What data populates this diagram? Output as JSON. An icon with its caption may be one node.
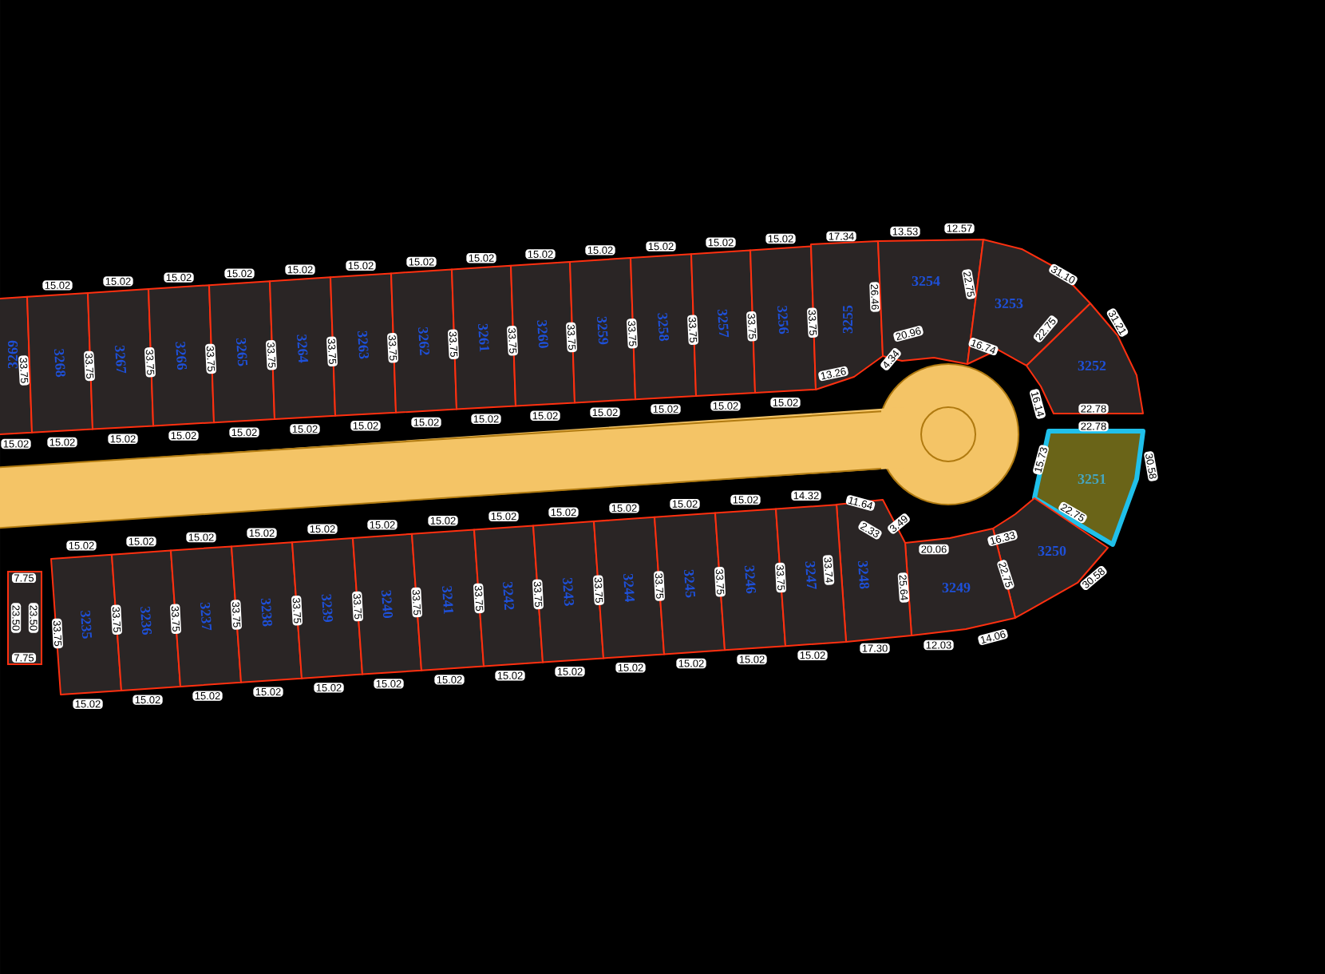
{
  "diagram": {
    "nodes": [
      {
        "text": [
          "3269"
        ]
      },
      {
        "text": [
          "3268"
        ]
      },
      {
        "text": [
          "3267"
        ]
      },
      {
        "text": [
          "3266"
        ]
      },
      {
        "text": [
          "3265"
        ]
      },
      {
        "text": [
          "3264"
        ]
      },
      {
        "text": [
          "3263"
        ]
      },
      {
        "text": [
          "3262"
        ]
      },
      {
        "text": [
          "3261"
        ]
      },
      {
        "text": [
          "3260"
        ]
      },
      {
        "text": [
          "3259"
        ]
      },
      {
        "text": [
          "3258"
        ]
      },
      {
        "text": [
          "3257"
        ]
      },
      {
        "text": [
          "3256"
        ]
      },
      {
        "text": [
          "3255"
        ]
      },
      {
        "text": [
          "3254"
        ]
      },
      {
        "text": [
          "3253"
        ]
      },
      {
        "text": [
          "3252"
        ]
      },
      {
        "text": [
          "3251"
        ]
      },
      {
        "text": [
          "3250"
        ]
      },
      {
        "text": [
          "3249"
        ]
      },
      {
        "text": [
          "3248"
        ]
      },
      {
        "text": [],
        "shape": "box"
      },
      {
        "text": [
          "3235"
        ]
      },
      {
        "text": [
          "3236"
        ]
      },
      {
        "text": [
          "3237"
        ]
      },
      {
        "text": [
          "3238"
        ]
      },
      {
        "text": [
          "3239"
        ]
      },
      {
        "text": [
          "3240"
        ]
      },
      {
        "text": [
          "3241"
        ]
      },
      {
        "text": [
          "3242"
        ]
      },
      {
        "text": [
          "3243"
        ]
      },
      {
        "text": [
          "3244"
        ]
      },
      {
        "text": [
          "3245"
        ]
      },
      {
        "text": [
          "3246"
        ]
      },
      {
        "text": [
          "3247"
        ]
      }
    ],
    "labels": [
      "33.75",
      "15.02",
      "15.02",
      "33.75",
      "15.02",
      "15.02",
      "33.75",
      "15.02",
      "15.02",
      "33.75",
      "15.02",
      "15.02",
      "33.75",
      "15.02",
      "15.02",
      "33.75",
      "15.02",
      "15.02",
      "33.75",
      "15.02",
      "15.02",
      "33.75",
      "15.02",
      "15.02",
      "33.75",
      "15.02",
      "15.02",
      "33.75",
      "15.02",
      "15.02",
      "33.75",
      "15.02",
      "15.02",
      "33.75",
      "15.02",
      "15.02",
      "33.75",
      "15.02",
      "15.02",
      "33.75",
      "15.02",
      "17.34",
      "26.46",
      "13.26",
      "4.34",
      "13.53",
      "12.57",
      "22.75",
      "20.96",
      "31.10",
      "22.75",
      "16.74",
      "31.21",
      "16.14",
      "22.78",
      "22.78",
      "15.73",
      "30.58",
      "22.75",
      "16.33",
      "22.75",
      "30.58",
      "20.06",
      "25.64",
      "12.03",
      "14.06",
      "11.64",
      "2.33",
      "3.49",
      "17.30",
      "33.74",
      "7.75",
      "23.50",
      "23.50",
      "7.75",
      "15.02",
      "33.75",
      "33.75",
      "15.02",
      "15.02",
      "33.75",
      "15.02",
      "15.02",
      "33.75",
      "15.02",
      "15.02",
      "33.75",
      "15.02",
      "15.02",
      "33.75",
      "15.02",
      "15.02",
      "33.75",
      "15.02",
      "15.02",
      "33.75",
      "15.02",
      "15.02",
      "33.75",
      "15.02",
      "15.02",
      "33.75",
      "15.02",
      "15.02",
      "33.75",
      "15.02",
      "15.02",
      "33.75",
      "15.02",
      "15.02",
      "33.75",
      "15.02",
      "14.32",
      "15.02"
    ]
  }
}
